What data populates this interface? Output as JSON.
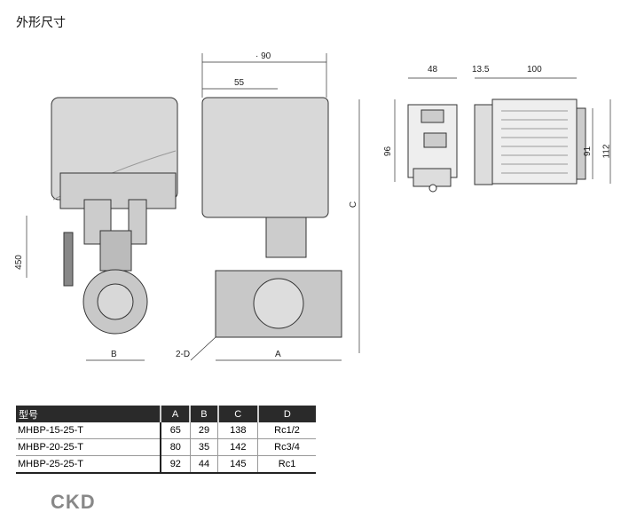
{
  "title": "外形尺寸",
  "dimensions": {
    "d90": "· 90",
    "d55": "55",
    "d48": "48",
    "d13_5": "13.5",
    "d100": "100",
    "d96": "96",
    "d91": "91",
    "d112": "112",
    "d450": "450",
    "C": "C",
    "A": "A",
    "B": "B",
    "D": "2-D"
  },
  "table": {
    "headers": [
      "型号",
      "A",
      "B",
      "C",
      "D"
    ],
    "rows": [
      [
        "MHBP-15-25-T",
        "65",
        "29",
        "138",
        "Rc1/2"
      ],
      [
        "MHBP-20-25-T",
        "80",
        "35",
        "142",
        "Rc3/4"
      ],
      [
        "MHBP-25-25-T",
        "92",
        "44",
        "145",
        "Rc1"
      ]
    ]
  },
  "logo": "CKD"
}
